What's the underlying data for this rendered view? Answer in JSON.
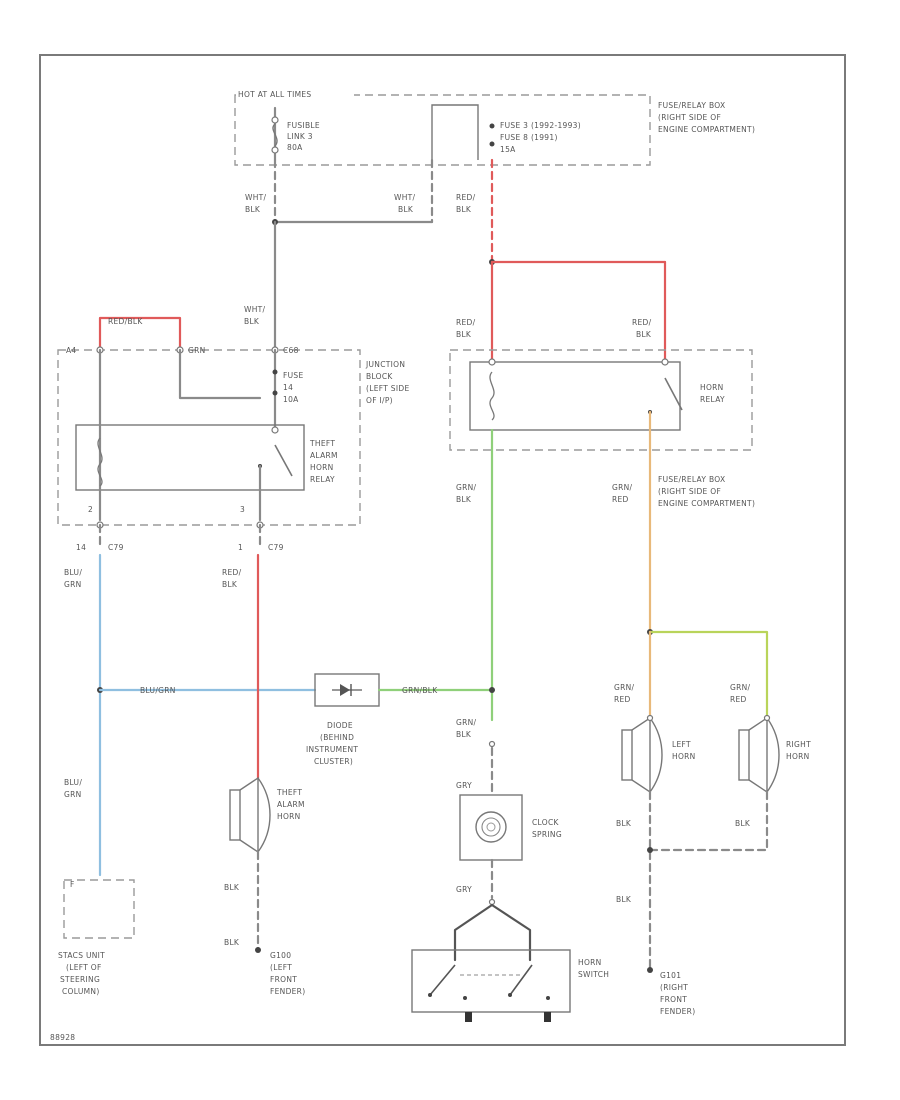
{
  "colors": {
    "border": "#7a7a7a",
    "wire_black": "#8a8a8a",
    "wire_red": "#e05a5a",
    "wire_blue": "#8fbfe0",
    "wire_green": "#8fd07a",
    "wire_orange": "#e8b97a",
    "wire_yellow_green": "#b9d45a"
  },
  "labels": {
    "hot_all_times": "HOT AT ALL TIMES",
    "fusible_link": [
      "FUSIBLE",
      "LINK 3",
      "80A"
    ],
    "fuse_top": [
      "FUSE 3 (1992-1993)",
      "FUSE 8 (1991)",
      "15A"
    ],
    "fuse_relay_box_top": [
      "FUSE/RELAY BOX",
      "(RIGHT SIDE OF",
      "ENGINE COMPARTMENT)"
    ],
    "wht_blk_left": [
      "WHT/",
      "BLK"
    ],
    "wht_blk_mid": [
      "WHT/",
      "BLK"
    ],
    "red_blk_top": [
      "RED/",
      "BLK"
    ],
    "wht_blk_lower": [
      "WHT/",
      "BLK"
    ],
    "red_blk_wire_jct": "RED/BLK",
    "pin_a4": "A4",
    "pin_grn": "GRN",
    "pin_c68": "C68",
    "fuse_jb": [
      "FUSE",
      "14",
      "10A"
    ],
    "junction_block": [
      "JUNCTION",
      "BLOCK",
      "(LEFT SIDE",
      "OF I/P)"
    ],
    "theft_relay": [
      "THEFT",
      "ALARM",
      "HORN",
      "RELAY"
    ],
    "pin_2": "2",
    "pin_3": "3",
    "pin_14": "14",
    "pin_1": "1",
    "conn_c79_left": "C79",
    "conn_c79_right": "C79",
    "red_blk_relay_left": [
      "RED/",
      "BLK"
    ],
    "red_blk_relay_right": [
      "RED/",
      "BLK"
    ],
    "horn_relay": [
      "HORN",
      "RELAY"
    ],
    "grn_blk_relay": [
      "GRN/",
      "BLK"
    ],
    "grn_red_relay": [
      "GRN/",
      "RED"
    ],
    "fuse_relay_box_mid": [
      "FUSE/RELAY BOX",
      "(RIGHT SIDE OF",
      "ENGINE COMPARTMENT)"
    ],
    "blu_grn_top": [
      "BLU/",
      "GRN"
    ],
    "red_blk_theft": [
      "RED/",
      "BLK"
    ],
    "blu_grn_wire": "BLU/GRN",
    "grn_blk_wire": "GRN/BLK",
    "diode": [
      "DIODE",
      "(BEHIND",
      "INSTRUMENT",
      "CLUSTER)"
    ],
    "grn_blk_lower": [
      "GRN/",
      "BLK"
    ],
    "grn_red_left_horn": [
      "GRN/",
      "RED"
    ],
    "grn_red_right_horn": [
      "GRN/",
      "RED"
    ],
    "left_horn": [
      "LEFT",
      "HORN"
    ],
    "right_horn": [
      "RIGHT",
      "HORN"
    ],
    "blu_grn_bottom": [
      "BLU/",
      "GRN"
    ],
    "theft_horn": [
      "THEFT",
      "ALARM",
      "HORN"
    ],
    "gry_top": "GRY",
    "clock_spring": [
      "CLOCK",
      "SPRING"
    ],
    "blk_left_horn": "BLK",
    "blk_right_horn": "BLK",
    "blk_right_bottom": "BLK",
    "blk_theft_1": "BLK",
    "blk_theft_2": "BLK",
    "gry_bottom": "GRY",
    "pin_f": "F",
    "stacs_unit": [
      "STACS UNIT",
      "(LEFT OF",
      "STEERING",
      "COLUMN)"
    ],
    "g100_left": [
      "G100",
      "(LEFT",
      "FRONT",
      "FENDER)"
    ],
    "horn_switch": [
      "HORN",
      "SWITCH"
    ],
    "g101_right": [
      "G101",
      "(RIGHT",
      "FRONT",
      "FENDER)"
    ],
    "figure_id": "88928"
  }
}
